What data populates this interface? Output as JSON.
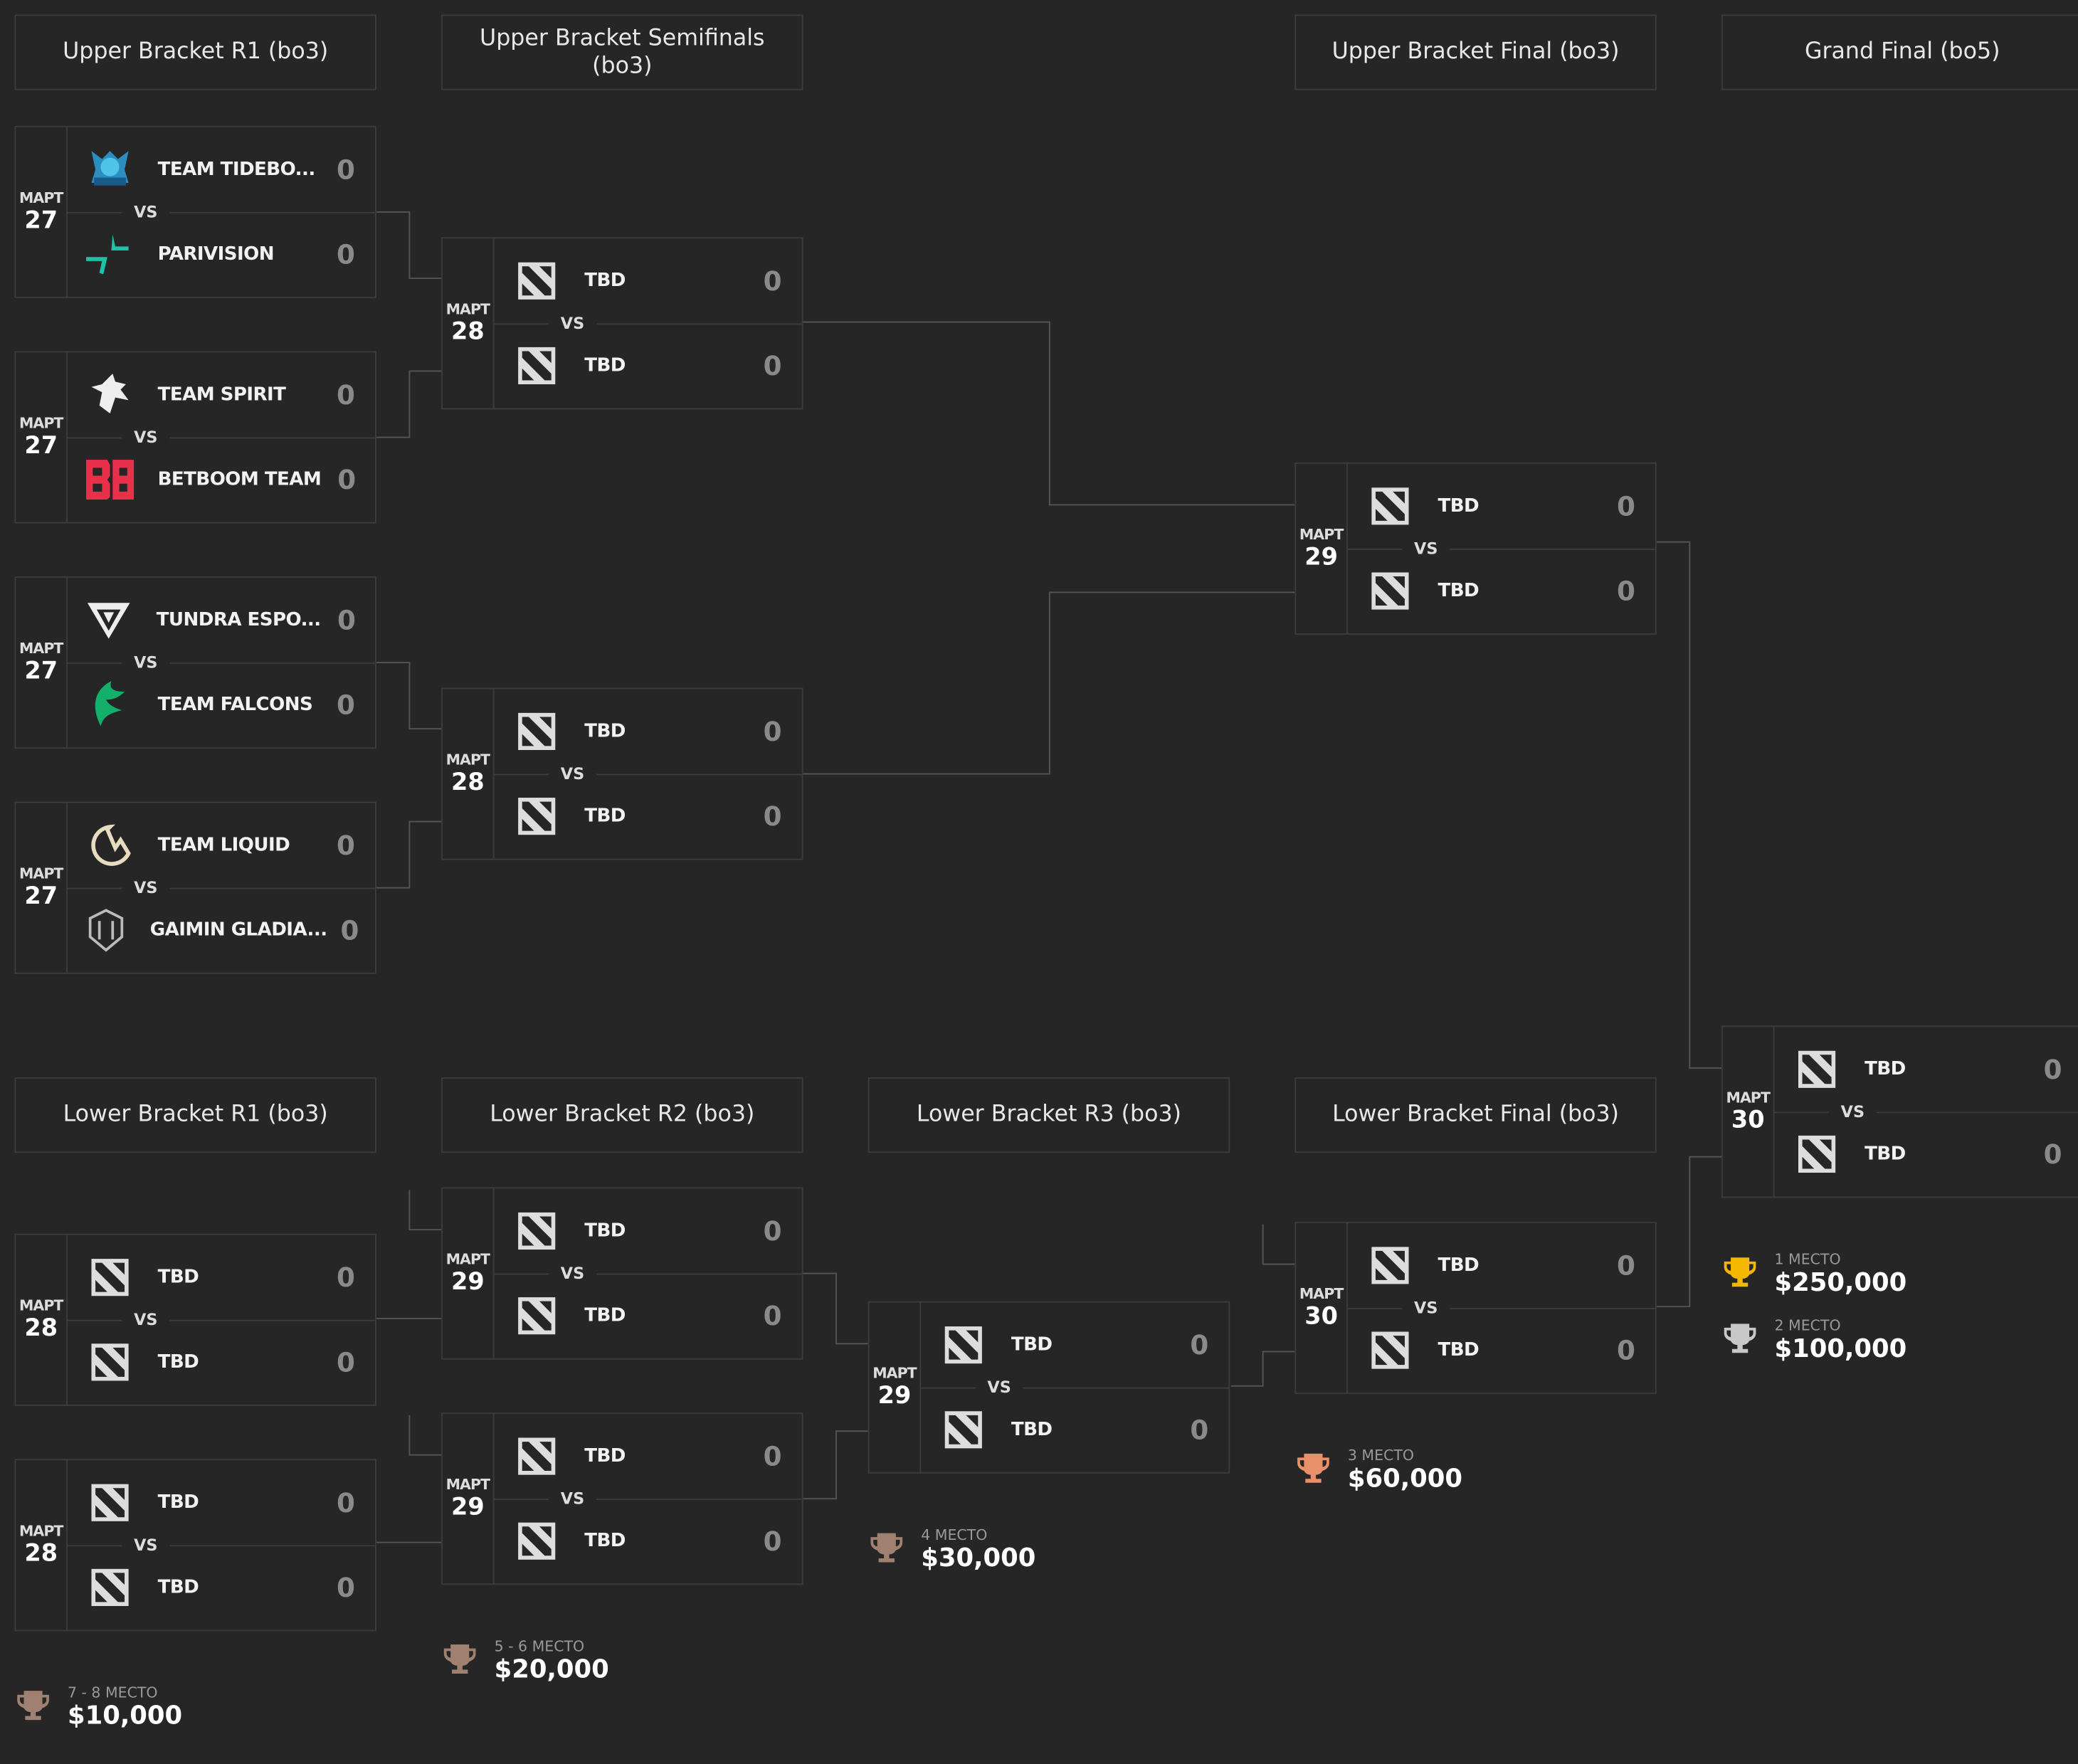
{
  "headers": {
    "ub_r1": "Upper Bracket R1 (bo3)",
    "ub_sf": "Upper Bracket Semifinals (bo3)",
    "ub_f": "Upper Bracket Final (bo3)",
    "gf": "Grand Final (bo5)",
    "lb_r1": "Lower Bracket R1 (bo3)",
    "lb_r2": "Lower Bracket R2 (bo3)",
    "lb_r3": "Lower Bracket R3 (bo3)",
    "lb_f": "Lower Bracket Final (bo3)"
  },
  "vs_label": "VS",
  "colors": {
    "gold": "#f5b800",
    "silver": "#c8c8c8",
    "bronze": "#e8906a",
    "other": "#a08070"
  },
  "matches": [
    {
      "month": "МАРТ",
      "day": "27",
      "teams": [
        {
          "name": "TEAM TIDEBO...",
          "score": "0",
          "logo": "tidebound-logo"
        },
        {
          "name": "PARIVISION",
          "score": "0",
          "logo": "parivision-logo"
        }
      ]
    },
    {
      "month": "МАРТ",
      "day": "27",
      "teams": [
        {
          "name": "TEAM SPIRIT",
          "score": "0",
          "logo": "spirit-logo"
        },
        {
          "name": "BETBOOM TEAM",
          "score": "0",
          "logo": "betboom-logo"
        }
      ]
    },
    {
      "month": "МАРТ",
      "day": "27",
      "teams": [
        {
          "name": "TUNDRA ESPO...",
          "score": "0",
          "logo": "tundra-logo"
        },
        {
          "name": "TEAM FALCONS",
          "score": "0",
          "logo": "falcons-logo"
        }
      ]
    },
    {
      "month": "МАРТ",
      "day": "27",
      "teams": [
        {
          "name": "TEAM LIQUID",
          "score": "0",
          "logo": "liquid-logo"
        },
        {
          "name": "GAIMIN GLADIA...",
          "score": "0",
          "logo": "gaimin-logo"
        }
      ]
    },
    {
      "month": "МАРТ",
      "day": "28",
      "teams": [
        {
          "name": "TBD",
          "score": "0",
          "logo": "tbd"
        },
        {
          "name": "TBD",
          "score": "0",
          "logo": "tbd"
        }
      ]
    },
    {
      "month": "МАРТ",
      "day": "28",
      "teams": [
        {
          "name": "TBD",
          "score": "0",
          "logo": "tbd"
        },
        {
          "name": "TBD",
          "score": "0",
          "logo": "tbd"
        }
      ]
    },
    {
      "month": "МАРТ",
      "day": "29",
      "teams": [
        {
          "name": "TBD",
          "score": "0",
          "logo": "tbd"
        },
        {
          "name": "TBD",
          "score": "0",
          "logo": "tbd"
        }
      ]
    },
    {
      "month": "МАРТ",
      "day": "30",
      "teams": [
        {
          "name": "TBD",
          "score": "0",
          "logo": "tbd"
        },
        {
          "name": "TBD",
          "score": "0",
          "logo": "tbd"
        }
      ]
    },
    {
      "month": "МАРТ",
      "day": "28",
      "teams": [
        {
          "name": "TBD",
          "score": "0",
          "logo": "tbd"
        },
        {
          "name": "TBD",
          "score": "0",
          "logo": "tbd"
        }
      ]
    },
    {
      "month": "МАРТ",
      "day": "28",
      "teams": [
        {
          "name": "TBD",
          "score": "0",
          "logo": "tbd"
        },
        {
          "name": "TBD",
          "score": "0",
          "logo": "tbd"
        }
      ]
    },
    {
      "month": "МАРТ",
      "day": "29",
      "teams": [
        {
          "name": "TBD",
          "score": "0",
          "logo": "tbd"
        },
        {
          "name": "TBD",
          "score": "0",
          "logo": "tbd"
        }
      ]
    },
    {
      "month": "МАРТ",
      "day": "29",
      "teams": [
        {
          "name": "TBD",
          "score": "0",
          "logo": "tbd"
        },
        {
          "name": "TBD",
          "score": "0",
          "logo": "tbd"
        }
      ]
    },
    {
      "month": "МАРТ",
      "day": "29",
      "teams": [
        {
          "name": "TBD",
          "score": "0",
          "logo": "tbd"
        },
        {
          "name": "TBD",
          "score": "0",
          "logo": "tbd"
        }
      ]
    },
    {
      "month": "МАРТ",
      "day": "30",
      "teams": [
        {
          "name": "TBD",
          "score": "0",
          "logo": "tbd"
        },
        {
          "name": "TBD",
          "score": "0",
          "logo": "tbd"
        }
      ]
    }
  ],
  "prizes": [
    {
      "place": "7 - 8 МЕСТО",
      "amount": "$10,000",
      "tier": "other"
    },
    {
      "place": "5 - 6 МЕСТО",
      "amount": "$20,000",
      "tier": "other"
    },
    {
      "place": "4 МЕСТО",
      "amount": "$30,000",
      "tier": "other"
    },
    {
      "place": "3 МЕСТО",
      "amount": "$60,000",
      "tier": "bronze"
    },
    {
      "place": "1 МЕСТО",
      "amount": "$250,000",
      "tier": "gold"
    },
    {
      "place": "2 МЕСТО",
      "amount": "$100,000",
      "tier": "silver"
    }
  ]
}
